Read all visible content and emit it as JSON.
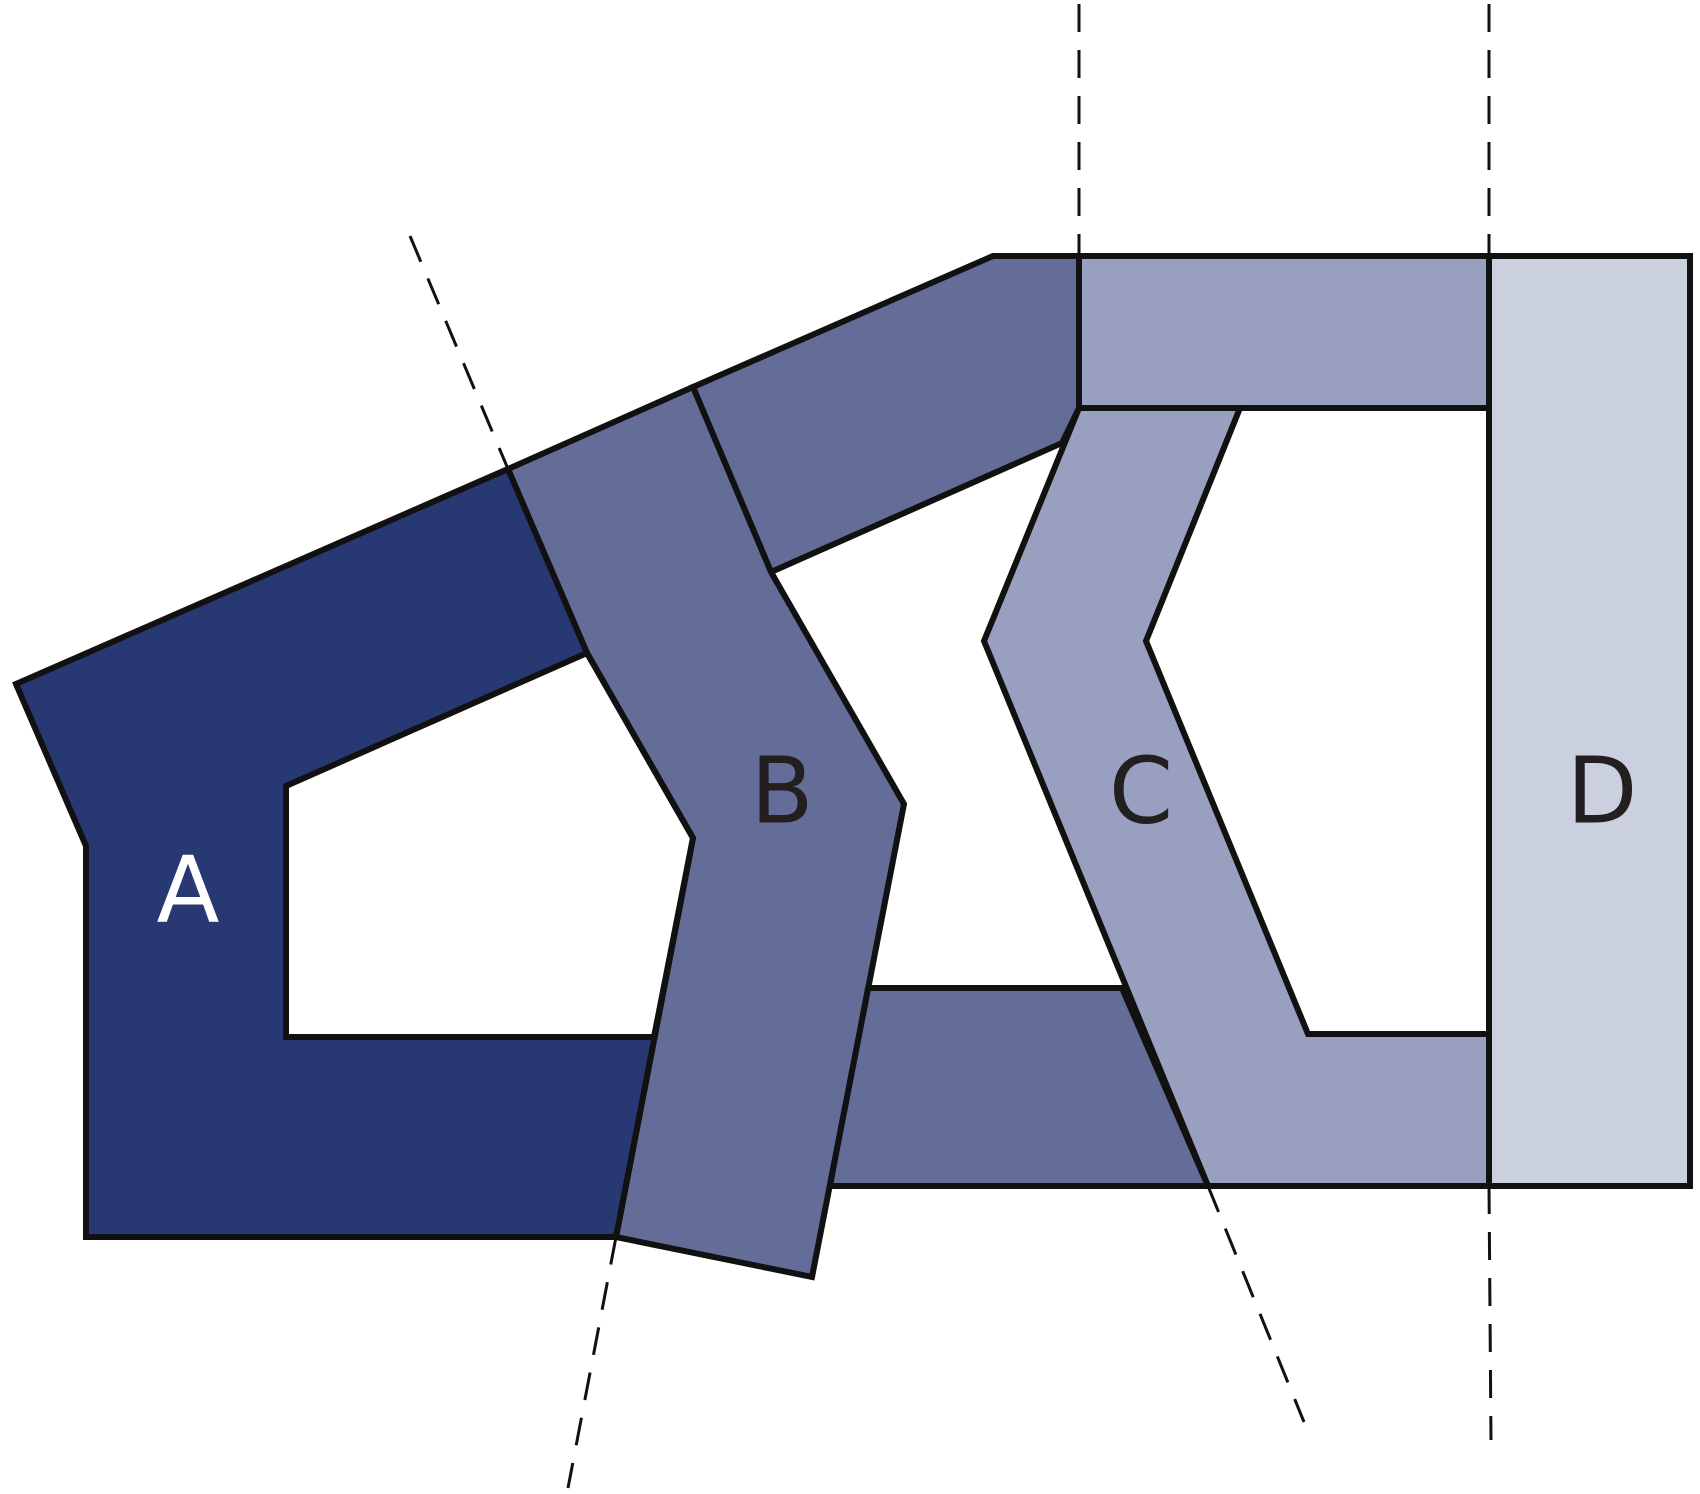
{
  "regions": [
    {
      "id": "A",
      "label": "A",
      "fill": "#283873",
      "label_color": "#ffffff"
    },
    {
      "id": "B",
      "label": "B",
      "fill": "#636d98",
      "label_color": "#231f20"
    },
    {
      "id": "C",
      "label": "C",
      "fill": "#999fbe",
      "label_color": "#231f20"
    },
    {
      "id": "D",
      "label": "D",
      "fill": "#cbd0de",
      "label_color": "#231f20"
    }
  ],
  "colors": {
    "outline": "#111111",
    "dash": "#111111",
    "background": "#ffffff"
  }
}
